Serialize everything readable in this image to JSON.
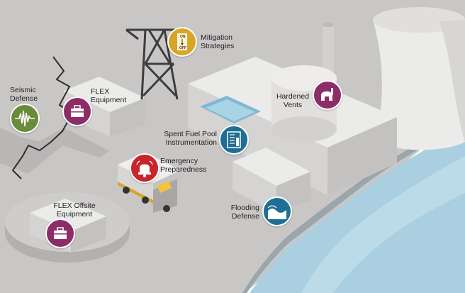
{
  "colors": {
    "ground": "#c9c7c6",
    "ground_edge": "#a8a6a5",
    "building_top": "#ebebea",
    "building_side": "#cfcdcc",
    "water": "#a9cfe0",
    "seismic": "#6a8a3c",
    "flex": "#8c2d67",
    "mitigation": "#d8a52b",
    "emergency": "#c8242c",
    "instrumentation": "#1f6e93",
    "flooding": "#1f6e93"
  },
  "labels": {
    "seismic_defense": [
      "Seismic",
      "Defense"
    ],
    "flex_equipment": [
      "FLEX",
      "Equipment"
    ],
    "mitigation_strategies": [
      "Mitigation",
      "Strategies"
    ],
    "hardened_vents": [
      "Hardened",
      "Vents"
    ],
    "spent_fuel_pool_instrumentation": [
      "Spent Fuel Pool",
      "Instrumentation"
    ],
    "emergency_preparedness": [
      "Emergency",
      "Preparedness"
    ],
    "flooding_defense": [
      "Flooding",
      "Defense"
    ],
    "flex_offsite_equipment": [
      "FLEX Offsite",
      "Equipment"
    ]
  },
  "switch_text": {
    "on": "ON",
    "off": "OFF"
  },
  "icons": {
    "seismic": "seismograph-icon",
    "flex": "toolbox-icon",
    "mitigation": "on-off-switch-icon",
    "hardened_vents": "vent-dome-icon",
    "instrumentation": "level-gauge-icon",
    "emergency": "alarm-bell-icon",
    "flooding": "wave-icon"
  }
}
